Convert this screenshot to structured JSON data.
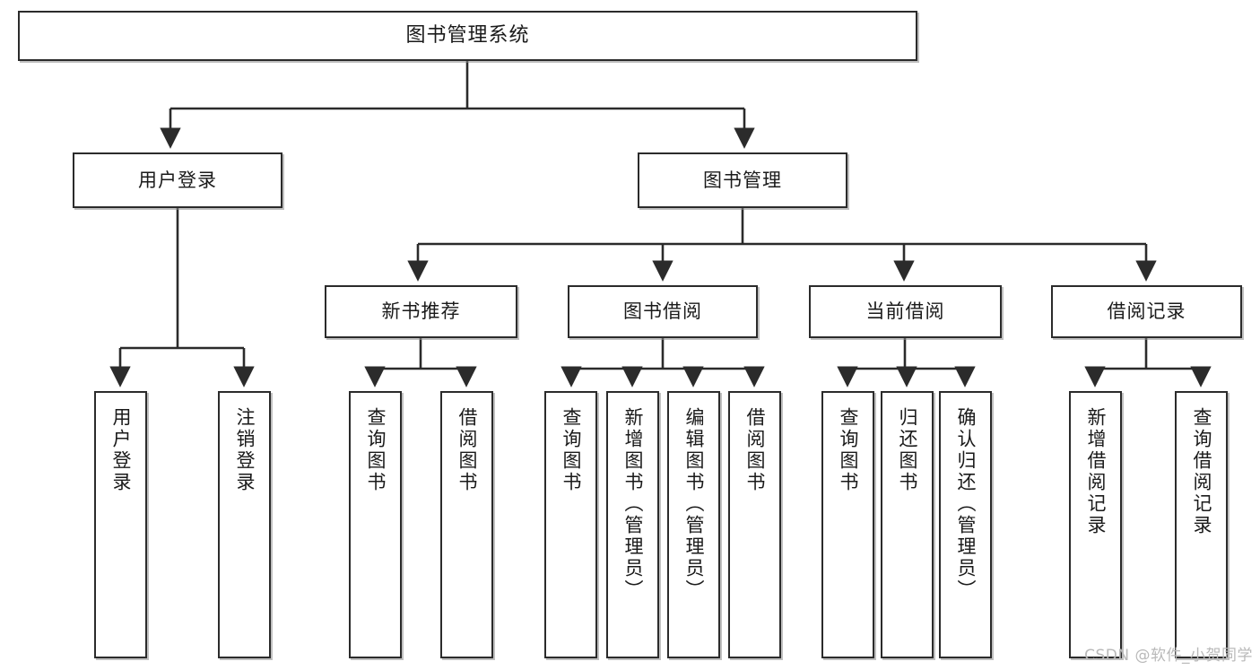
{
  "diagram": {
    "title": "图书管理系统",
    "type": "tree-hierarchy",
    "colors": {
      "box_border": "#2b2b2b",
      "box_fill": "#ffffff",
      "edge": "#2b2b2b",
      "background": "#ffffff",
      "watermark": "#b9b9b9"
    },
    "nodes": {
      "root": {
        "label": "图书管理系统",
        "level": 0
      },
      "user_login": {
        "label": "用户登录",
        "level": 1
      },
      "book_manage": {
        "label": "图书管理",
        "level": 1
      },
      "new_book_rec": {
        "label": "新书推荐",
        "level": 2
      },
      "book_borrow": {
        "label": "图书借阅",
        "level": 2
      },
      "current_borrow": {
        "label": "当前借阅",
        "level": 2
      },
      "borrow_record": {
        "label": "借阅记录",
        "level": 2
      },
      "leaf_user_login": {
        "label": "用户登录",
        "level": 3
      },
      "leaf_user_logout": {
        "label": "注销登录",
        "level": 3
      },
      "leaf_query_book_a": {
        "label": "查询图书",
        "level": 3
      },
      "leaf_borrow_book_a": {
        "label": "借阅图书",
        "level": 3
      },
      "leaf_query_book_b": {
        "label": "查询图书",
        "level": 3
      },
      "leaf_add_book": {
        "label": "新增图书（管理员）",
        "level": 3
      },
      "leaf_edit_book": {
        "label": "编辑图书（管理员）",
        "level": 3
      },
      "leaf_borrow_book_b": {
        "label": "借阅图书",
        "level": 3
      },
      "leaf_query_book_c": {
        "label": "查询图书",
        "level": 3
      },
      "leaf_return_book": {
        "label": "归还图书",
        "level": 3
      },
      "leaf_confirm_return": {
        "label": "确认归还（管理员）",
        "level": 3
      },
      "leaf_add_record": {
        "label": "新增借阅记录",
        "level": 3
      },
      "leaf_query_record": {
        "label": "查询借阅记录",
        "level": 3
      }
    },
    "edges": [
      {
        "from": "root",
        "to": "user_login"
      },
      {
        "from": "root",
        "to": "book_manage"
      },
      {
        "from": "user_login",
        "to": "leaf_user_login"
      },
      {
        "from": "user_login",
        "to": "leaf_user_logout"
      },
      {
        "from": "book_manage",
        "to": "new_book_rec"
      },
      {
        "from": "book_manage",
        "to": "book_borrow"
      },
      {
        "from": "book_manage",
        "to": "current_borrow"
      },
      {
        "from": "book_manage",
        "to": "borrow_record"
      },
      {
        "from": "new_book_rec",
        "to": "leaf_query_book_a"
      },
      {
        "from": "new_book_rec",
        "to": "leaf_borrow_book_a"
      },
      {
        "from": "book_borrow",
        "to": "leaf_query_book_b"
      },
      {
        "from": "book_borrow",
        "to": "leaf_add_book"
      },
      {
        "from": "book_borrow",
        "to": "leaf_edit_book"
      },
      {
        "from": "book_borrow",
        "to": "leaf_borrow_book_b"
      },
      {
        "from": "current_borrow",
        "to": "leaf_query_book_c"
      },
      {
        "from": "current_borrow",
        "to": "leaf_return_book"
      },
      {
        "from": "current_borrow",
        "to": "leaf_confirm_return"
      },
      {
        "from": "borrow_record",
        "to": "leaf_add_record"
      },
      {
        "from": "borrow_record",
        "to": "leaf_query_record"
      }
    ]
  },
  "watermark": {
    "text": "CSDN @软件_小贺同学"
  }
}
